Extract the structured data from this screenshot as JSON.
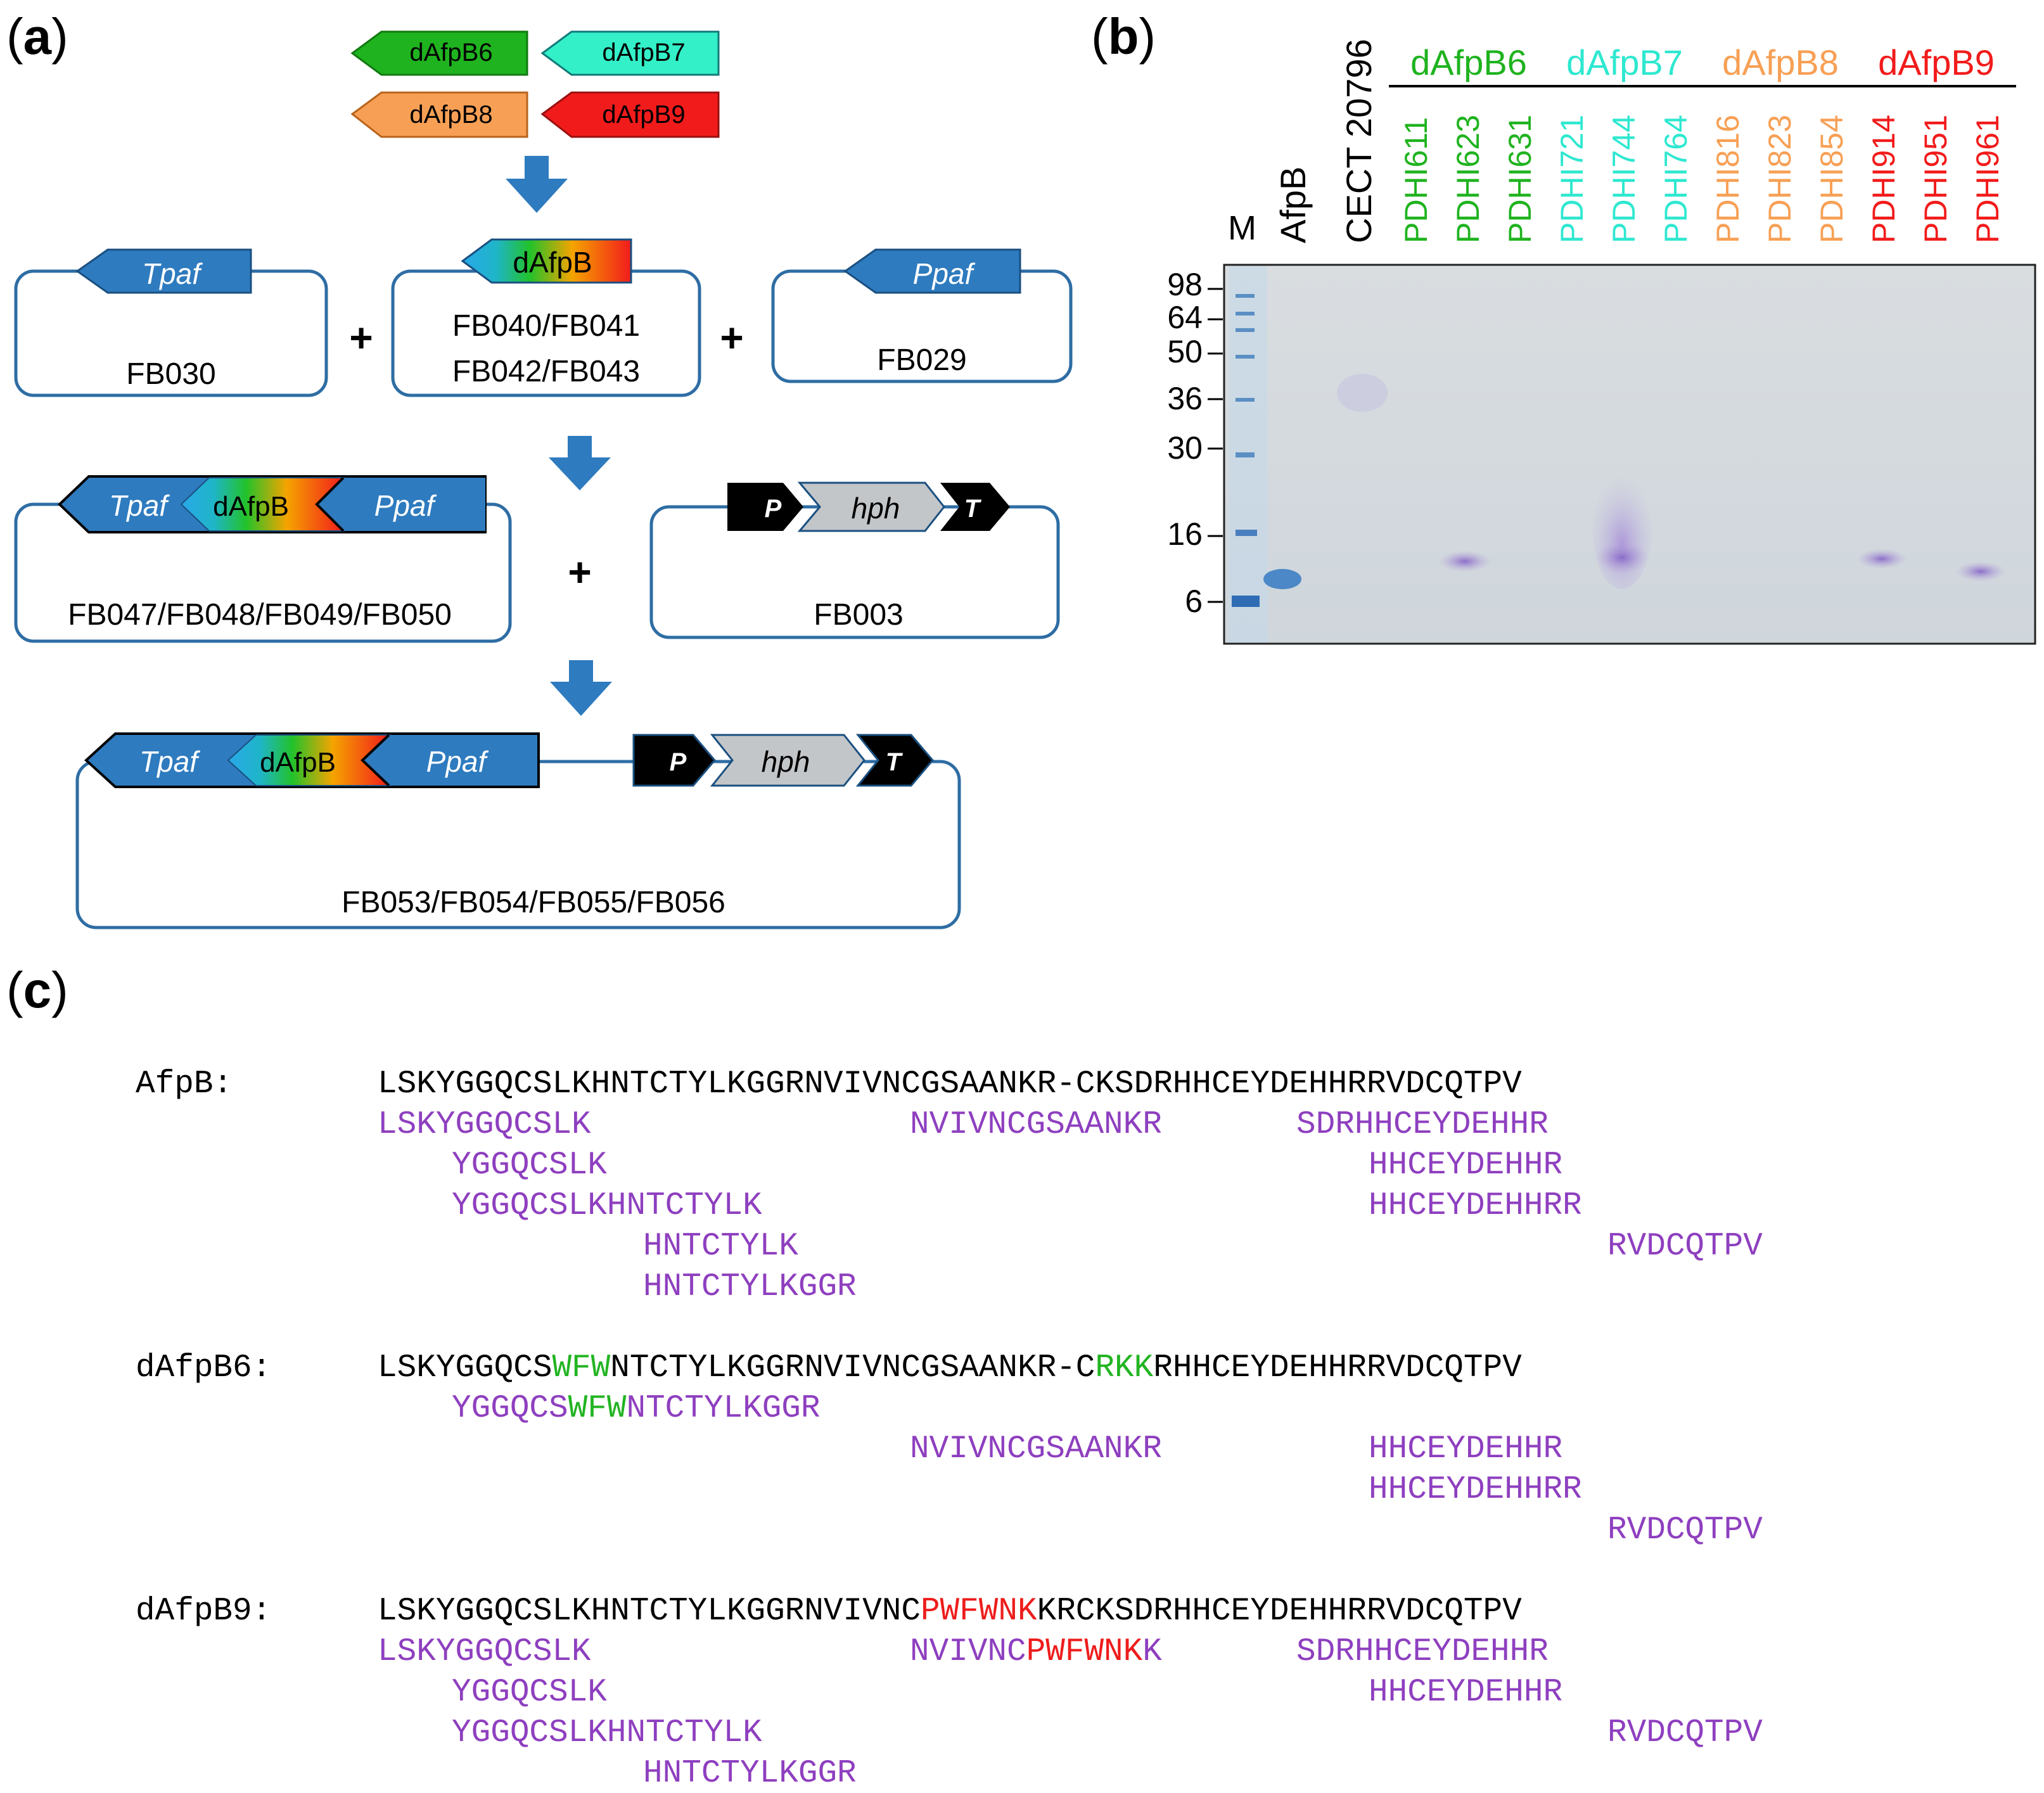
{
  "panel_a": {
    "label_open": "(",
    "label_letter": "a",
    "label_close": ")",
    "genes": [
      "dAfpB6",
      "dAfpB7",
      "dAfpB8",
      "dAfpB9"
    ],
    "gene_colors": [
      "#1fb31f",
      "#33f0c8",
      "#f7a055",
      "#f21b1b"
    ],
    "tpaf": "Tpaf",
    "ppaf": "Ppaf",
    "dafpb": "dAfpB",
    "fb030": "FB030",
    "fb_mid_1": "FB040/FB041",
    "fb_mid_2": "FB042/FB043",
    "fb029": "FB029",
    "fb_row2": "FB047/FB048/FB049/FB050",
    "fb003": "FB003",
    "fb_row3": "FB053/FB054/FB055/FB056",
    "p": "P",
    "hph": "hph",
    "t": "T",
    "plus": "+"
  },
  "panel_b": {
    "label_open": "(",
    "label_letter": "b",
    "label_close": ")",
    "marker": "M",
    "afpb": "AfpB",
    "cect": "CECT 20796",
    "groups": [
      {
        "name": "dAfpB6",
        "color": "#1fb31f",
        "lanes": [
          "PDHI611",
          "PDHI623",
          "PDHI631"
        ]
      },
      {
        "name": "dAfpB7",
        "color": "#2ee8d0",
        "lanes": [
          "PDHI721",
          "PDHI744",
          "PDHI764"
        ]
      },
      {
        "name": "dAfpB8",
        "color": "#f7a055",
        "lanes": [
          "PDHI816",
          "PDHI823",
          "PDHI854"
        ]
      },
      {
        "name": "dAfpB9",
        "color": "#f21b1b",
        "lanes": [
          "PDHI914",
          "PDHI951",
          "PDHI961"
        ]
      }
    ],
    "mw_labels": [
      "98",
      "64",
      "50",
      "36",
      "30",
      "16",
      "6"
    ]
  },
  "panel_c": {
    "label_open": "(",
    "label_letter": "c",
    "label_close": ")",
    "afpb_name": "AfpB:",
    "afpb_seq": "LSKYGGQCSLKHNTCTYLKGGRNVIVNCGSAANKR-CKSDRHHCEYDEHHRRVDCQTPV",
    "afpb_peptides": [
      "LSKYGGQCSLK",
      "NVIVNCGSAANKR",
      "SDRHHCEYDEHHR",
      "YGGQCSLK",
      "HHCEYDEHHR",
      "YGGQCSLKHNTCTYLK",
      "HHCEYDEHHRR",
      "HNTCTYLK",
      "RVDCQTPV",
      "HNTCTYLKGGR"
    ],
    "b6_name": "dAfpB6:",
    "b6_seq_parts": [
      "LSKYGGQCS",
      "WFW",
      "NTCTYLKGGRNVIVNCGSAANKR-C",
      "RKK",
      "RHHCEYDEHHRRVDCQTPV"
    ],
    "b6_pep1_parts": [
      "YGGQCS",
      "WFW",
      "NTCTYLKGGR"
    ],
    "b6_peptides": [
      "NVIVNCGSAANKR",
      "HHCEYDEHHR",
      "HHCEYDEHHRR",
      "RVDCQTPV"
    ],
    "b9_name": "dAfpB9:",
    "b9_seq_parts": [
      "LSKYGGQCSLKHNTCTYLKGGRNVIVNC",
      "PWFWN",
      "K",
      "KRCKSDRHHCEYDEHHRRVDCQTPV"
    ],
    "b9_pep2_parts": [
      "NVIVNC",
      "PWFWN",
      "K",
      "K"
    ],
    "b9_peptides": [
      "LSKYGGQCSLK",
      "SDRHHCEYDEHHR",
      "YGGQCSLK",
      "HHCEYDEHHR",
      "YGGQCSLKHNTCTYLK",
      "RVDCQTPV",
      "HNTCTYLKGGR"
    ]
  }
}
